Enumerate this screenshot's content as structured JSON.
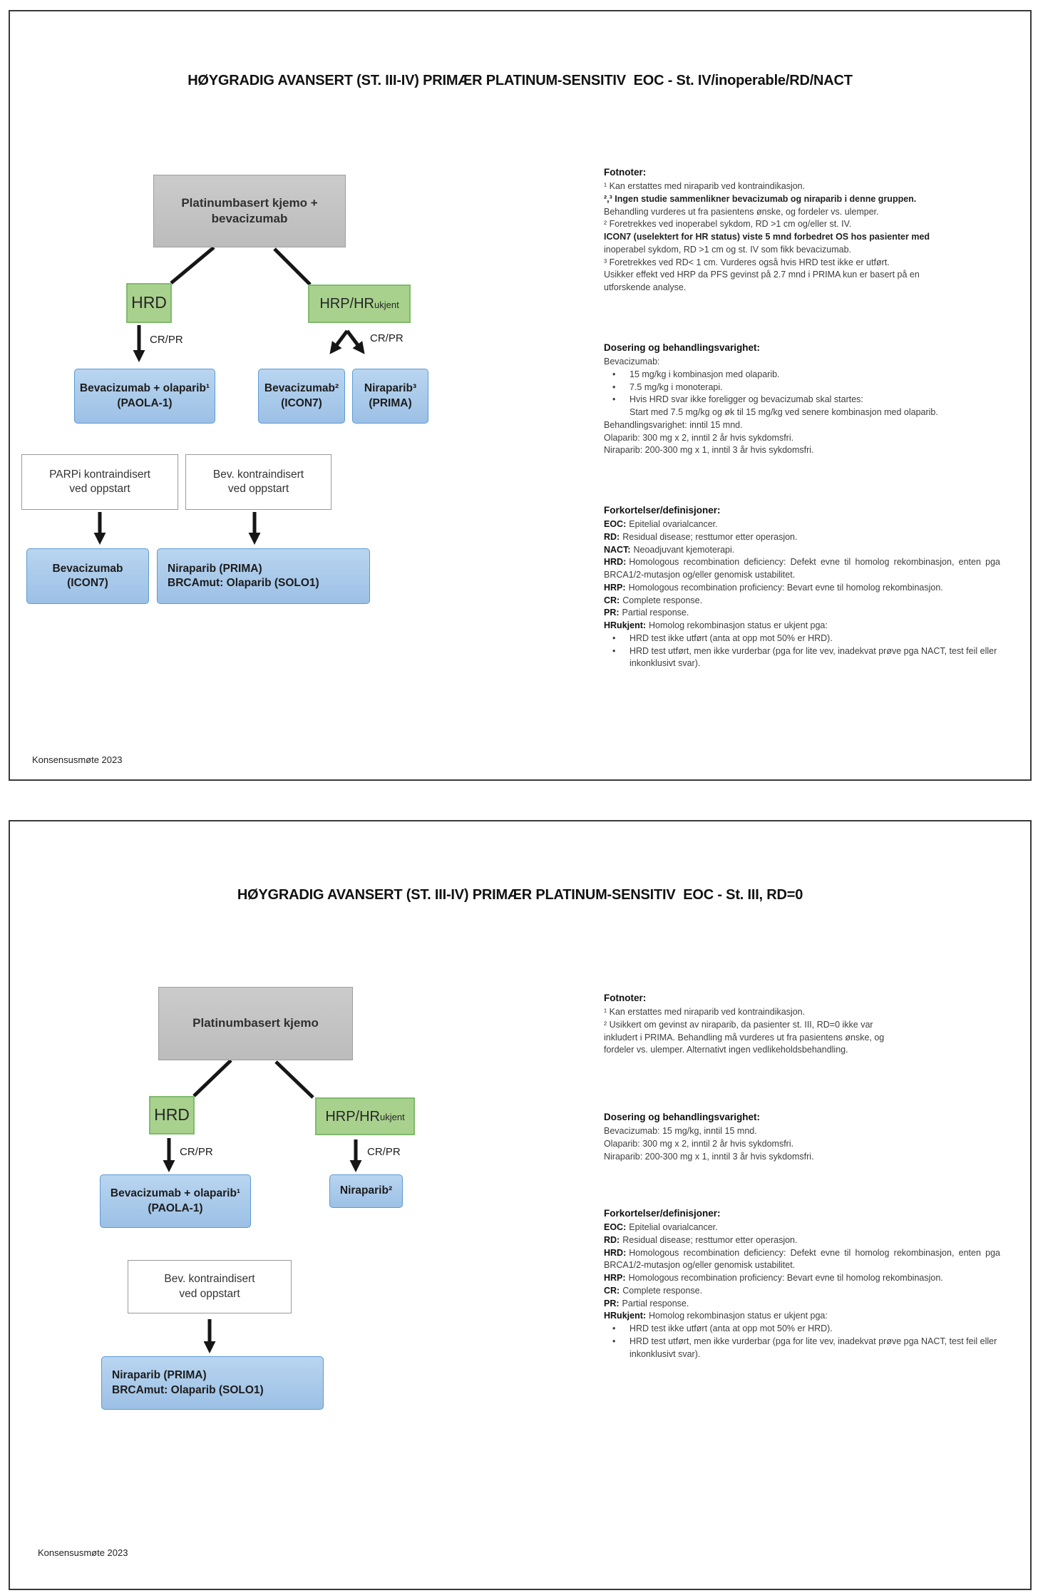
{
  "colors": {
    "green": "#a9d18e",
    "blue": "#9dc3e6",
    "gray": "#bfbfbf",
    "arrow": "#161616"
  },
  "panel1": {
    "title": "HØYGRADIG AVANSERT (ST. III-IV) PRIMÆR PLATINUM-SENSITIV  EOC - St. IV/inoperable/RD/NACT",
    "flow": {
      "root": {
        "line1": "Platinumbasert kjemo +",
        "line2": "bevacizumab"
      },
      "hrd": "HRD",
      "hrp_main": "HRP/HR",
      "hrp_sub": "ukjent",
      "crpr_left": "CR/PR",
      "crpr_right": "CR/PR",
      "paola": {
        "line1": "Bevacizumab + olaparib¹",
        "line2": "(PAOLA-1)"
      },
      "icon7": {
        "line1": "Bevacizumab²",
        "line2": "(ICON7)"
      },
      "prima": {
        "line1": "Niraparib³",
        "line2": "(PRIMA)"
      },
      "parpi_contra": {
        "line1": "PARPi kontraindisert",
        "line2": "ved oppstart"
      },
      "bev_contra": {
        "line1": "Bev. kontraindisert",
        "line2": "ved oppstart"
      },
      "bev_icon7": {
        "line1": "Bevacizumab",
        "line2": "(ICON7)"
      },
      "nira_prima": {
        "line1": "Niraparib (PRIMA)",
        "line2": "BRCAmut: Olaparib (SOLO1)"
      }
    },
    "footnotes": {
      "header": "Fotnoter:",
      "lines": [
        {
          "text": "¹ Kan erstattes med niraparib ved kontraindikasjon."
        },
        {
          "text": "²,³ Ingen studie sammenlikner bevacizumab og niraparib i denne gruppen.",
          "bold": true
        },
        {
          "text": "Behandling vurderes ut fra pasientens ønske, og fordeler vs. ulemper."
        },
        {
          "text": "² Foretrekkes ved inoperabel sykdom, RD >1 cm og/eller st. IV."
        },
        {
          "text": "ICON7 (uselektert for HR status) viste 5 mnd forbedret OS hos pasienter med",
          "bold": true
        },
        {
          "text": "inoperabel sykdom, RD >1 cm og st. IV som fikk bevacizumab."
        },
        {
          "text": "³ Foretrekkes ved RD< 1 cm. Vurderes også hvis HRD test ikke er utført."
        },
        {
          "text": "Usikker effekt ved HRP da PFS gevinst på 2.7 mnd i PRIMA kun er basert på en"
        },
        {
          "text": "utforskende analyse."
        }
      ]
    },
    "dosing": {
      "header": "Dosering og behandlingsvarighet:",
      "lines": [
        {
          "text": "Bevacizumab:"
        },
        {
          "text": "15 mg/kg i kombinasjon med olaparib.",
          "bullet": true
        },
        {
          "text": "7.5 mg/kg i monoterapi.",
          "bullet": true
        },
        {
          "text": "Hvis HRD svar ikke foreligger og bevacizumab skal startes:",
          "bullet": true
        },
        {
          "text": "Start med 7.5 mg/kg og øk til 15 mg/kg ved senere kombinasjon med olaparib.",
          "indent": true
        },
        {
          "text": "Behandlingsvarighet: inntil 15 mnd."
        },
        {
          "text": "Olaparib: 300 mg x 2, inntil 2 år hvis sykdomsfri."
        },
        {
          "text": "Niraparib: 200-300 mg x 1, inntil 3 år hvis sykdomsfri."
        }
      ]
    },
    "abbrev": {
      "header": "Forkortelser/definisjoner:",
      "defs": [
        {
          "term": "EOC:",
          "def": "Epitelial ovarialcancer."
        },
        {
          "term": "RD:",
          "def": "Residual disease; resttumor etter operasjon."
        },
        {
          "term": "NACT:",
          "def": "Neoadjuvant kjemoterapi."
        },
        {
          "term": "HRD:",
          "def": "Homologous recombination deficiency: Defekt evne til homolog rekombinasjon, enten pga BRCA1/2-mutasjon og/eller genomisk ustabilitet.",
          "justify": true
        },
        {
          "term": "HRP:",
          "def": "Homologous recombination proficiency: Bevart evne til homolog rekombinasjon.",
          "justify": true
        },
        {
          "term": "CR:",
          "def": "Complete response."
        },
        {
          "term": "PR:",
          "def": "Partial response."
        },
        {
          "term": "HRukjent:",
          "def": "Homolog rekombinasjon status er ukjent pga:"
        }
      ],
      "bullets": [
        {
          "text": "HRD test ikke utført (anta at opp mot 50% er HRD)."
        },
        {
          "text": "HRD test utført, men ikke vurderbar (pga for lite vev, inadekvat prøve pga NACT, test feil eller inkonklusivt svar)."
        }
      ]
    },
    "footer": "Konsensusmøte 2023"
  },
  "panel2": {
    "title": "HØYGRADIG AVANSERT (ST. III-IV) PRIMÆR PLATINUM-SENSITIV  EOC - St. III, RD=0",
    "flow": {
      "root": {
        "line1": "Platinumbasert kjemo"
      },
      "hrd": "HRD",
      "hrp_main": "HRP/HR",
      "hrp_sub": "ukjent",
      "crpr_left": "CR/PR",
      "crpr_right": "CR/PR",
      "paola": {
        "line1": "Bevacizumab + olaparib¹",
        "line2": "(PAOLA-1)"
      },
      "nira2": "Niraparib²",
      "bev_contra": {
        "line1": "Bev. kontraindisert",
        "line2": "ved oppstart"
      },
      "nira_prima": {
        "line1": "Niraparib (PRIMA)",
        "line2": "BRCAmut: Olaparib (SOLO1)"
      }
    },
    "footnotes": {
      "header": "Fotnoter:",
      "lines": [
        {
          "text": "¹ Kan erstattes med niraparib ved kontraindikasjon."
        },
        {
          "text": "² Usikkert om gevinst av niraparib, da pasienter st. III, RD=0 ikke var"
        },
        {
          "text": "inkludert i PRIMA. Behandling må vurderes ut fra pasientens ønske, og"
        },
        {
          "text": "fordeler vs. ulemper. Alternativt ingen vedlikeholdsbehandling."
        }
      ]
    },
    "dosing": {
      "header": "Dosering og behandlingsvarighet:",
      "lines": [
        {
          "text": "Bevacizumab: 15 mg/kg, inntil 15 mnd."
        },
        {
          "text": "Olaparib: 300 mg x 2, inntil 2 år hvis sykdomsfri."
        },
        {
          "text": "Niraparib: 200-300 mg x 1, inntil 3 år hvis sykdomsfri."
        }
      ]
    },
    "abbrev": {
      "header": "Forkortelser/definisjoner:",
      "defs": [
        {
          "term": "EOC:",
          "def": "Epitelial ovarialcancer."
        },
        {
          "term": "RD:",
          "def": "Residual disease; resttumor etter operasjon."
        },
        {
          "term": "HRD:",
          "def": "Homologous recombination deficiency: Defekt evne til homolog rekombinasjon, enten pga BRCA1/2-mutasjon og/eller genomisk ustabilitet.",
          "justify": true
        },
        {
          "term": "HRP:",
          "def": "Homologous recombination proficiency: Bevart evne til homolog rekombinasjon.",
          "justify": true
        },
        {
          "term": "CR:",
          "def": "Complete response."
        },
        {
          "term": "PR:",
          "def": "Partial response."
        },
        {
          "term": "HRukjent:",
          "def": "Homolog rekombinasjon status er ukjent pga:"
        }
      ],
      "bullets": [
        {
          "text": "HRD test ikke utført (anta at opp mot 50% er HRD)."
        },
        {
          "text": "HRD test utført, men ikke vurderbar (pga for lite vev, inadekvat prøve pga NACT, test feil eller inkonklusivt svar)."
        }
      ]
    },
    "footer": "Konsensusmøte 2023"
  }
}
